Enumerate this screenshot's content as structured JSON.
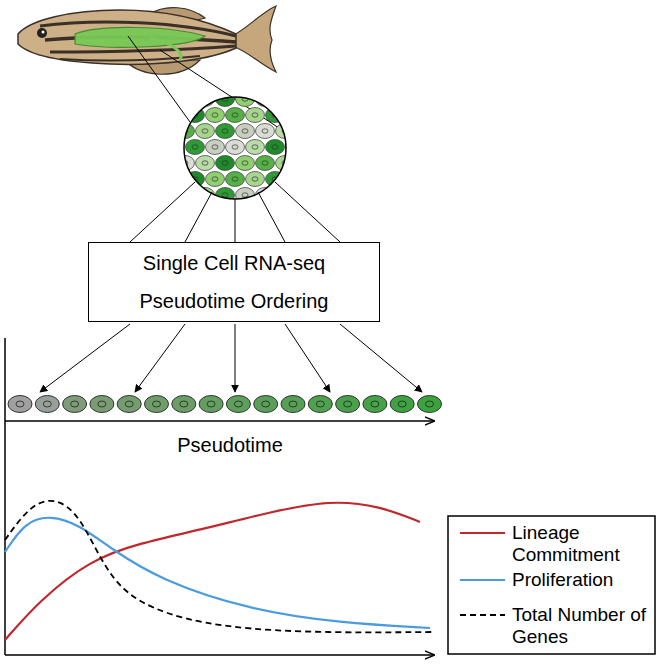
{
  "diagram": {
    "nodes": [
      {
        "text": [
          "Single Cell RNA-seq",
          "Pseudotime Ordering"
        ]
      }
    ],
    "labels": [
      "Pseudotime"
    ],
    "legend": [
      {
        "text": "Lineage Commitment"
      },
      {
        "text": "Proliferation"
      },
      {
        "text": "Total Number of Genes"
      }
    ]
  }
}
